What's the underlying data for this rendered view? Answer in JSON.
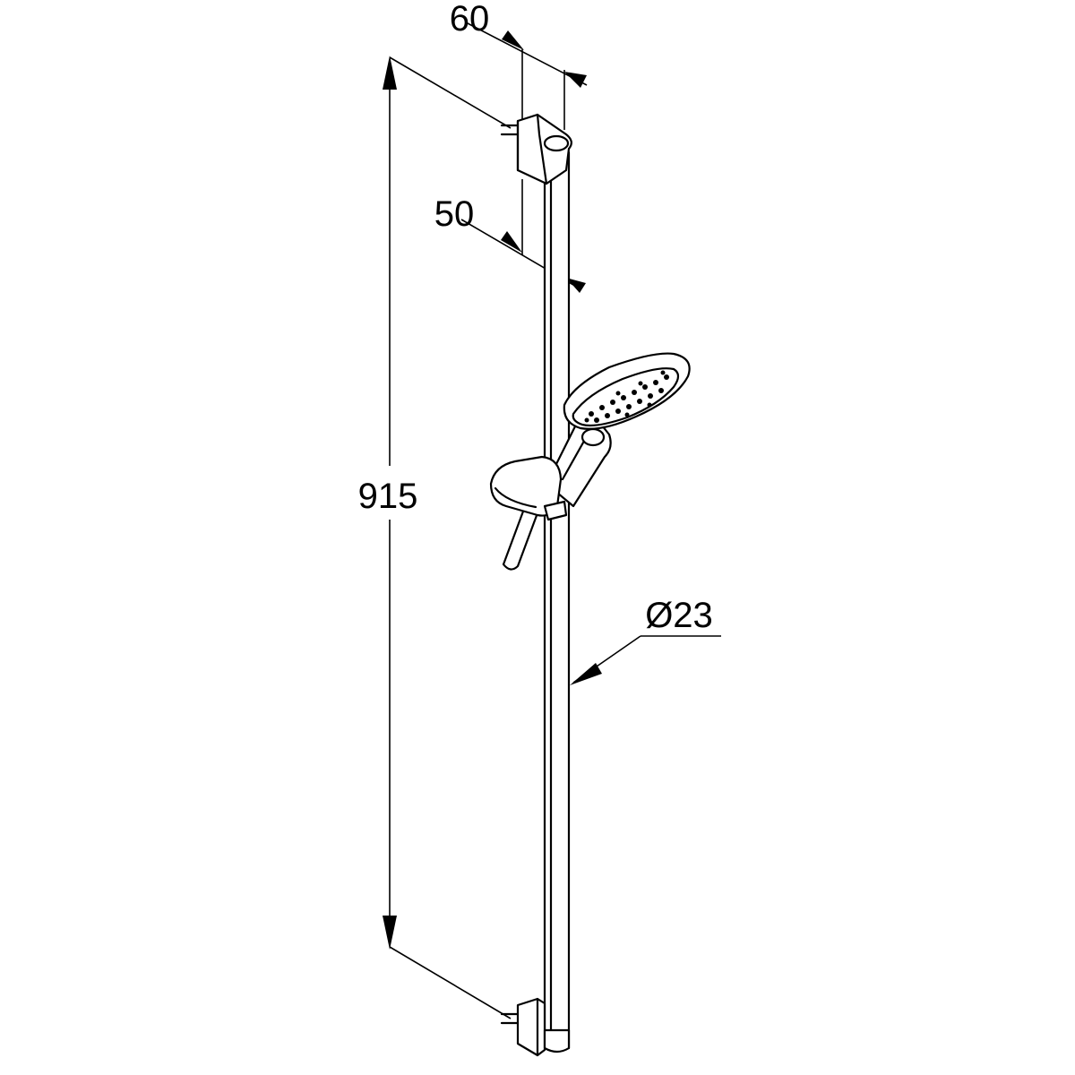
{
  "dimensions": {
    "bracket_depth_top": "60",
    "bar_offset": "50",
    "overall_length": "915",
    "bar_diameter": "Ø23"
  },
  "colors": {
    "line": "#000000",
    "background": "#ffffff"
  }
}
